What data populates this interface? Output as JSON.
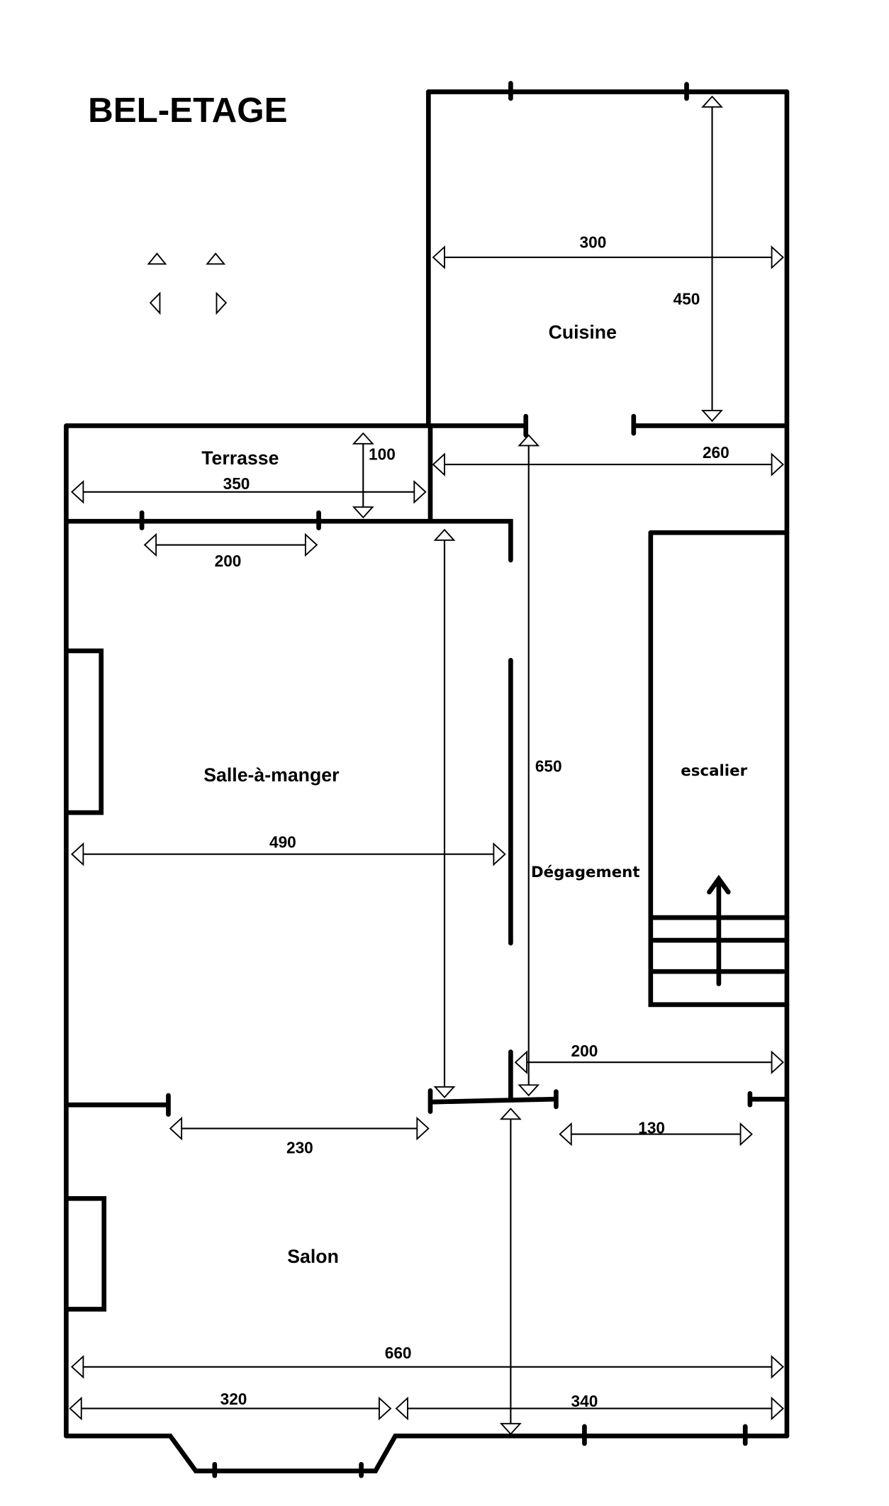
{
  "title": "BEL-ETAGE",
  "rooms": {
    "cuisine": "Cuisine",
    "terrasse": "Terrasse",
    "salle_a_manger": "Salle-à-manger",
    "escalier": "escalier",
    "degagement": "Dégagement",
    "salon": "Salon"
  },
  "dimensions": {
    "cuisine_width": "300",
    "cuisine_depth": "450",
    "degagement_width_top": "260",
    "terrasse_depth": "100",
    "terrasse_width": "350",
    "terrasse_window": "200",
    "degagement_length": "650",
    "salle_width": "490",
    "hall_width_bottom": "200",
    "salle_opening": "230",
    "door_opening": "130",
    "total_width": "660",
    "salon_left": "320",
    "salon_right": "340"
  },
  "colors": {
    "ink": "#000000",
    "background": "#ffffff"
  }
}
